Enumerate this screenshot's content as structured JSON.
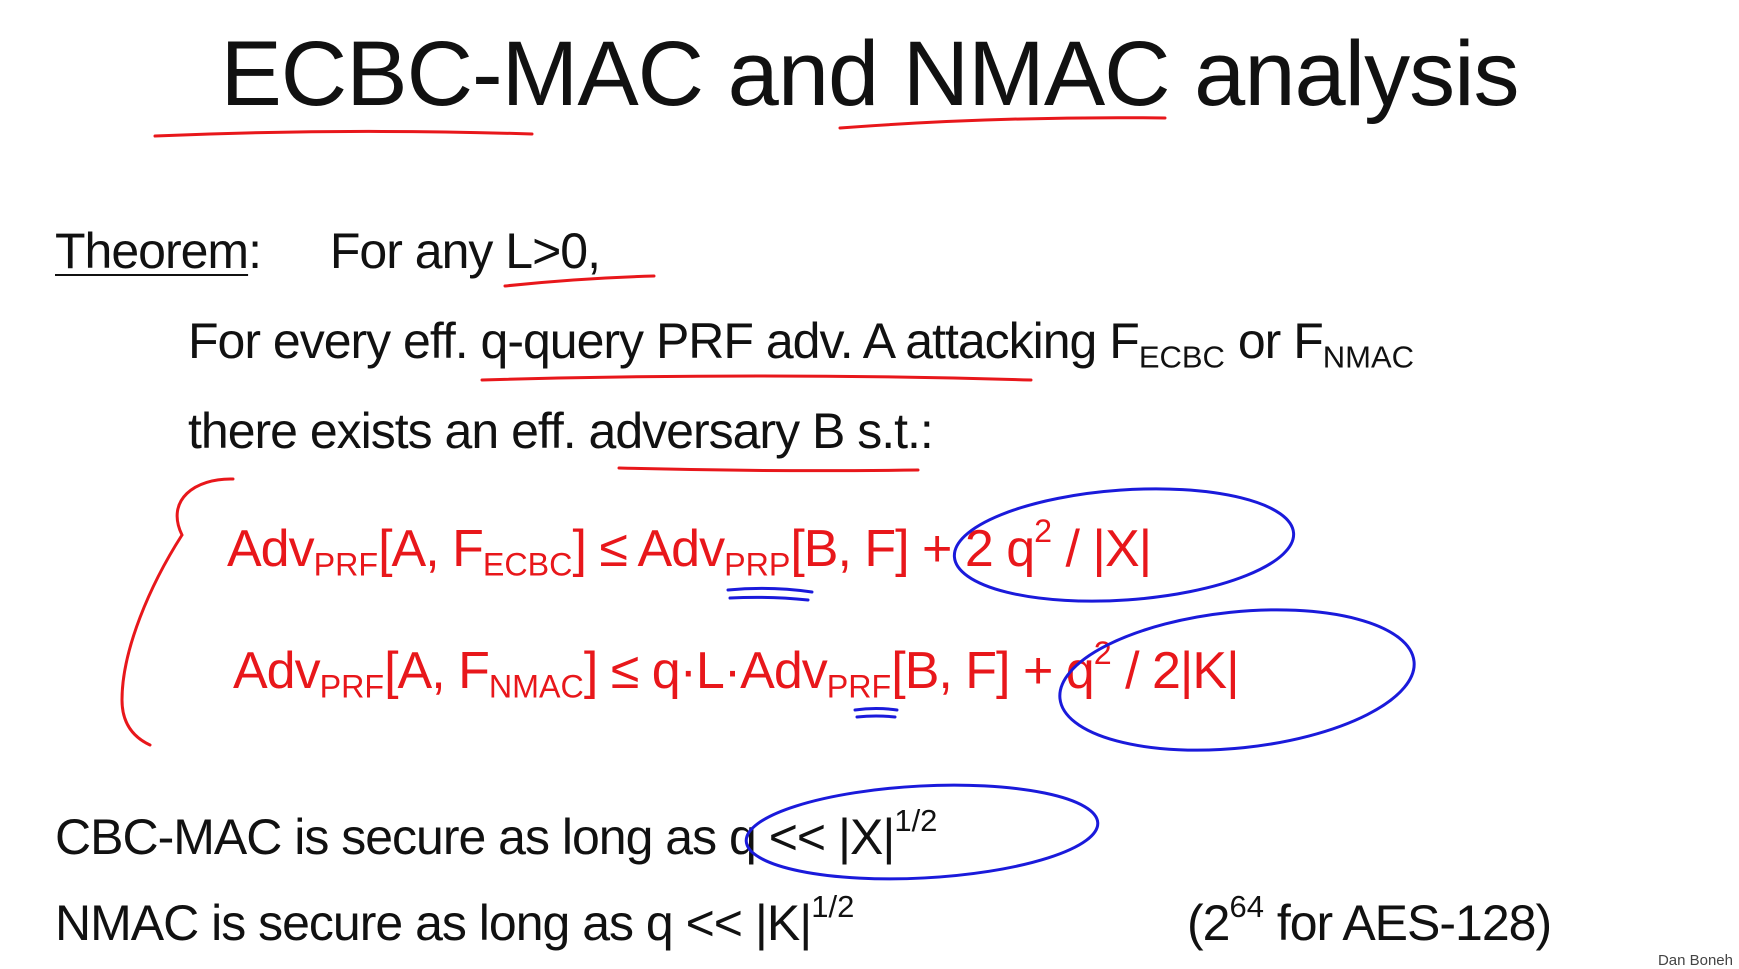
{
  "title": "ECBC-MAC and NMAC analysis",
  "theorem": {
    "label": "Theorem",
    "colon": ":",
    "condition": "For any L>0,",
    "line1_a": "For every eff. q-query PRF adv. A attacking F",
    "line1_sub1": "ECBC",
    "line1_or": " or F",
    "line1_sub2": "NMAC",
    "line2": "there exists an eff. adversary B  s.t.:"
  },
  "formula1": {
    "adv1": "Adv",
    "sub1": "PRF",
    "arg1": "[A, F",
    "sub2": "ECBC",
    "rest1": "] ≤ Adv",
    "sub3": "PRP",
    "arg2": "[B, F]  + 2 q",
    "exp": "2",
    "tail": " / |X|"
  },
  "formula2": {
    "adv1": "Adv",
    "sub1": "PRF",
    "arg1": "[A, F",
    "sub2": "NMAC",
    "rest1": "] ≤ q·L·Adv",
    "sub3": "PRF",
    "arg2": "[B, F]  + q",
    "exp": "2",
    "tail": " / 2|K|"
  },
  "conclusions": {
    "cbc_text": "CBC-MAC is secure as long as  q  <<  |X|",
    "cbc_exp": "1/2",
    "nmac_text": "NMAC is secure as long as  q  <<  |K|",
    "nmac_exp": "1/2",
    "aes_a": "(2",
    "aes_exp": "64",
    "aes_b": " for AES-128)"
  },
  "credit": "Dan Boneh",
  "colors": {
    "text": "#111111",
    "formula": "#e8171b",
    "pen_red": "#e8171b",
    "pen_blue": "#1a1adb"
  }
}
